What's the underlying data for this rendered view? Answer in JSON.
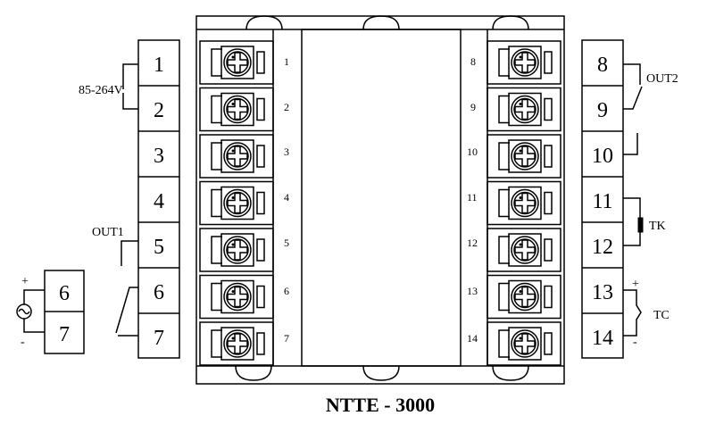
{
  "model_name": "NTTE - 3000",
  "left_block_numbers": [
    "1",
    "2",
    "3",
    "4",
    "5",
    "6",
    "7"
  ],
  "right_block_numbers": [
    "8",
    "9",
    "10",
    "11",
    "12",
    "13",
    "14"
  ],
  "left_small_numbers": [
    "1",
    "2",
    "3",
    "4",
    "5",
    "6",
    "7"
  ],
  "right_small_numbers": [
    "8",
    "9",
    "10",
    "11",
    "12",
    "13",
    "14"
  ],
  "source_block_numbers": [
    "6",
    "7"
  ],
  "labels": {
    "power": "85-264V",
    "out1": "OUT1",
    "out2": "OUT2",
    "tk": "TK",
    "tc": "TC",
    "plus": "+",
    "minus": "-"
  }
}
